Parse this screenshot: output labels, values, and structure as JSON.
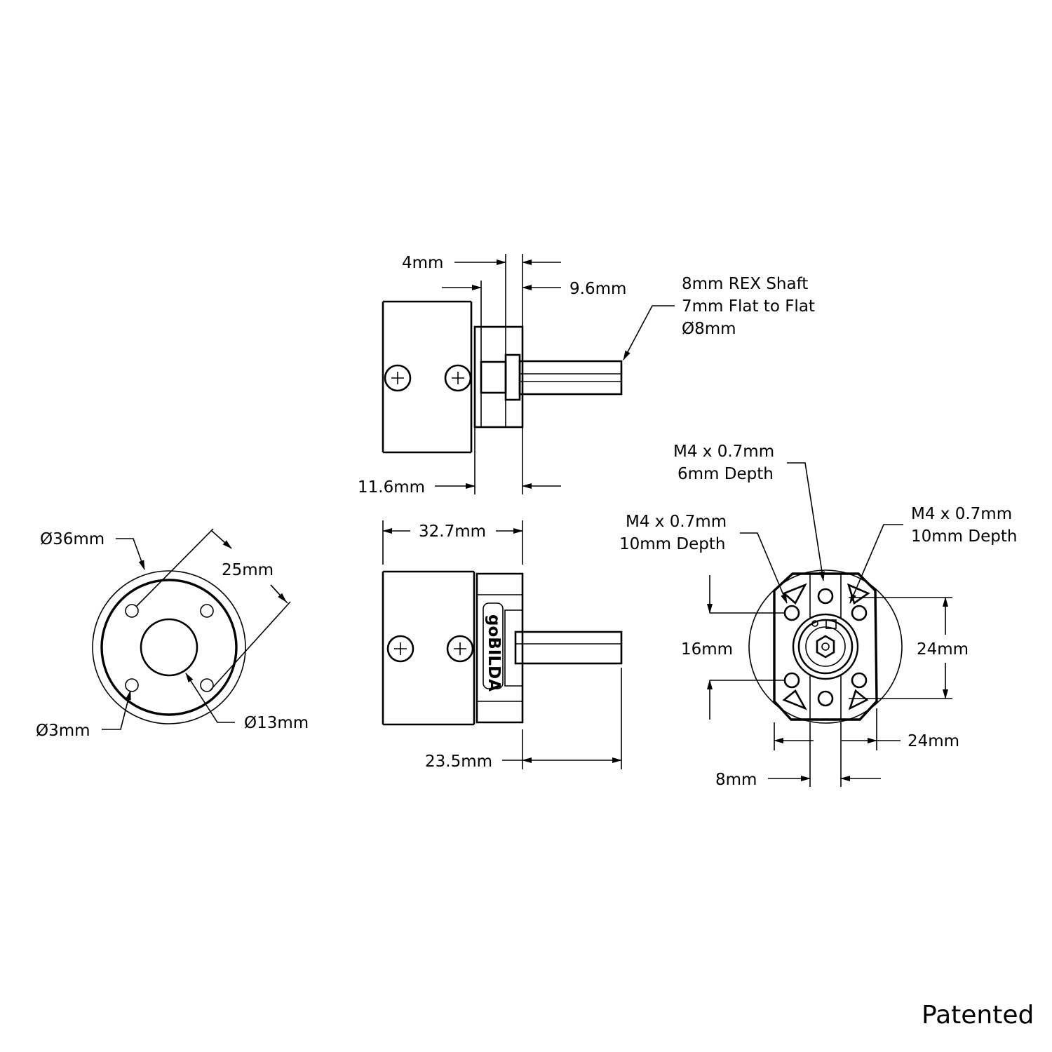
{
  "labels": {
    "dia_outer": "Ø36mm",
    "pcd": "25mm",
    "dia_hole": "Ø3mm",
    "dia_pilot": "Ø13mm",
    "dim_4mm": "4mm",
    "dim_9_6mm": "9.6mm",
    "shaft_line1": "8mm REX Shaft",
    "shaft_line2": "7mm Flat to Flat",
    "shaft_line3": "Ø8mm",
    "dim_11_6mm": "11.6mm",
    "dim_32_7mm": "32.7mm",
    "dim_23_5mm": "23.5mm",
    "tap_top_line1": "M4 x 0.7mm",
    "tap_top_line2": "6mm Depth",
    "tap_left_line1": "M4 x 0.7mm",
    "tap_left_line2": "10mm Depth",
    "tap_right_line1": "M4 x 0.7mm",
    "tap_right_line2": "10mm Depth",
    "dim_16mm": "16mm",
    "dim_24mm_v": "24mm",
    "dim_24mm_h": "24mm",
    "dim_8mm": "8mm",
    "footer": "Patented"
  },
  "logo_text": "goBILDA"
}
